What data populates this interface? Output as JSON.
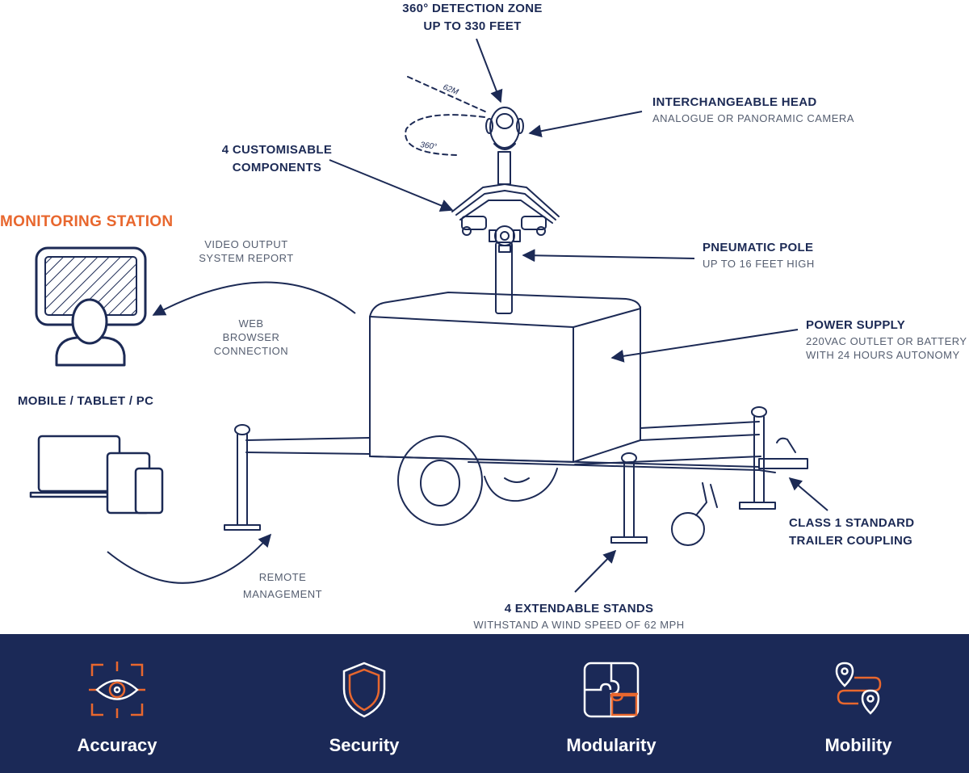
{
  "labels": {
    "detection_zone": {
      "line1": "360° DETECTION ZONE",
      "line2": "UP TO 330 FEET"
    },
    "head": {
      "title": "INTERCHANGEABLE HEAD",
      "sub": "ANALOGUE OR PANORAMIC CAMERA"
    },
    "components": {
      "line1": "4 CUSTOMISABLE",
      "line2": "COMPONENTS"
    },
    "pole": {
      "title": "PNEUMATIC POLE",
      "sub": "UP TO 16 FEET HIGH"
    },
    "power": {
      "title": "POWER SUPPLY",
      "sub1": "220VAC OUTLET OR BATTERY",
      "sub2": "WITH 24 HOURS AUTONOMY"
    },
    "coupling": {
      "line1": "CLASS 1 STANDARD",
      "line2": "TRAILER COUPLING"
    },
    "stands": {
      "title": "4 EXTENDABLE STANDS",
      "sub": "WITHSTAND A WIND SPEED OF 62 MPH"
    },
    "monitoring_station": "MONITORING STATION",
    "video_output": {
      "line1": "VIDEO OUTPUT",
      "line2": "SYSTEM REPORT"
    },
    "web_browser": {
      "line1": "WEB",
      "line2": "BROWSER",
      "line3": "CONNECTION"
    },
    "devices": "MOBILE / TABLET / PC",
    "remote": {
      "line1": "REMOTE",
      "line2": "MANAGEMENT"
    },
    "angle_62": "62M",
    "angle_360": "360°"
  },
  "features": [
    {
      "label": "Accuracy",
      "icon": "target-eye-icon"
    },
    {
      "label": "Security",
      "icon": "shield-icon"
    },
    {
      "label": "Modularity",
      "icon": "puzzle-icon"
    },
    {
      "label": "Mobility",
      "icon": "route-pins-icon"
    }
  ],
  "colors": {
    "navy": "#1b2957",
    "accent": "#e8672e",
    "ink": "#1c2a55",
    "subtext": "#555e70"
  }
}
